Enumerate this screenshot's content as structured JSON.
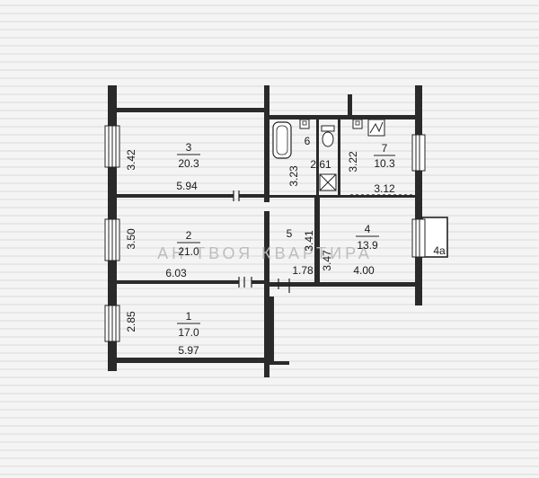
{
  "watermark": "АН ТВОЯ КВАРТИРА",
  "rooms": [
    {
      "id": "3",
      "number": "3",
      "area": "20.3",
      "width": "5.94",
      "depth": "3.42"
    },
    {
      "id": "2",
      "number": "2",
      "area": "21.0",
      "width": "6.03",
      "depth": "3.50"
    },
    {
      "id": "1",
      "number": "1",
      "area": "17.0",
      "width": "5.97",
      "depth": "2.85"
    },
    {
      "id": "6",
      "number": "6",
      "size": "2.61"
    },
    {
      "id": "7",
      "number": "7",
      "area": "10.3",
      "depth": "3.22"
    },
    {
      "id": "5",
      "number": "5",
      "dim_a": "3.23",
      "dim_b": "3.41",
      "dim_c": "1.78"
    },
    {
      "id": "4",
      "number": "4",
      "area": "13.9",
      "width": "4.00",
      "depth": "3.47",
      "top": "3.12"
    },
    {
      "id": "4a",
      "number": "4а"
    }
  ]
}
